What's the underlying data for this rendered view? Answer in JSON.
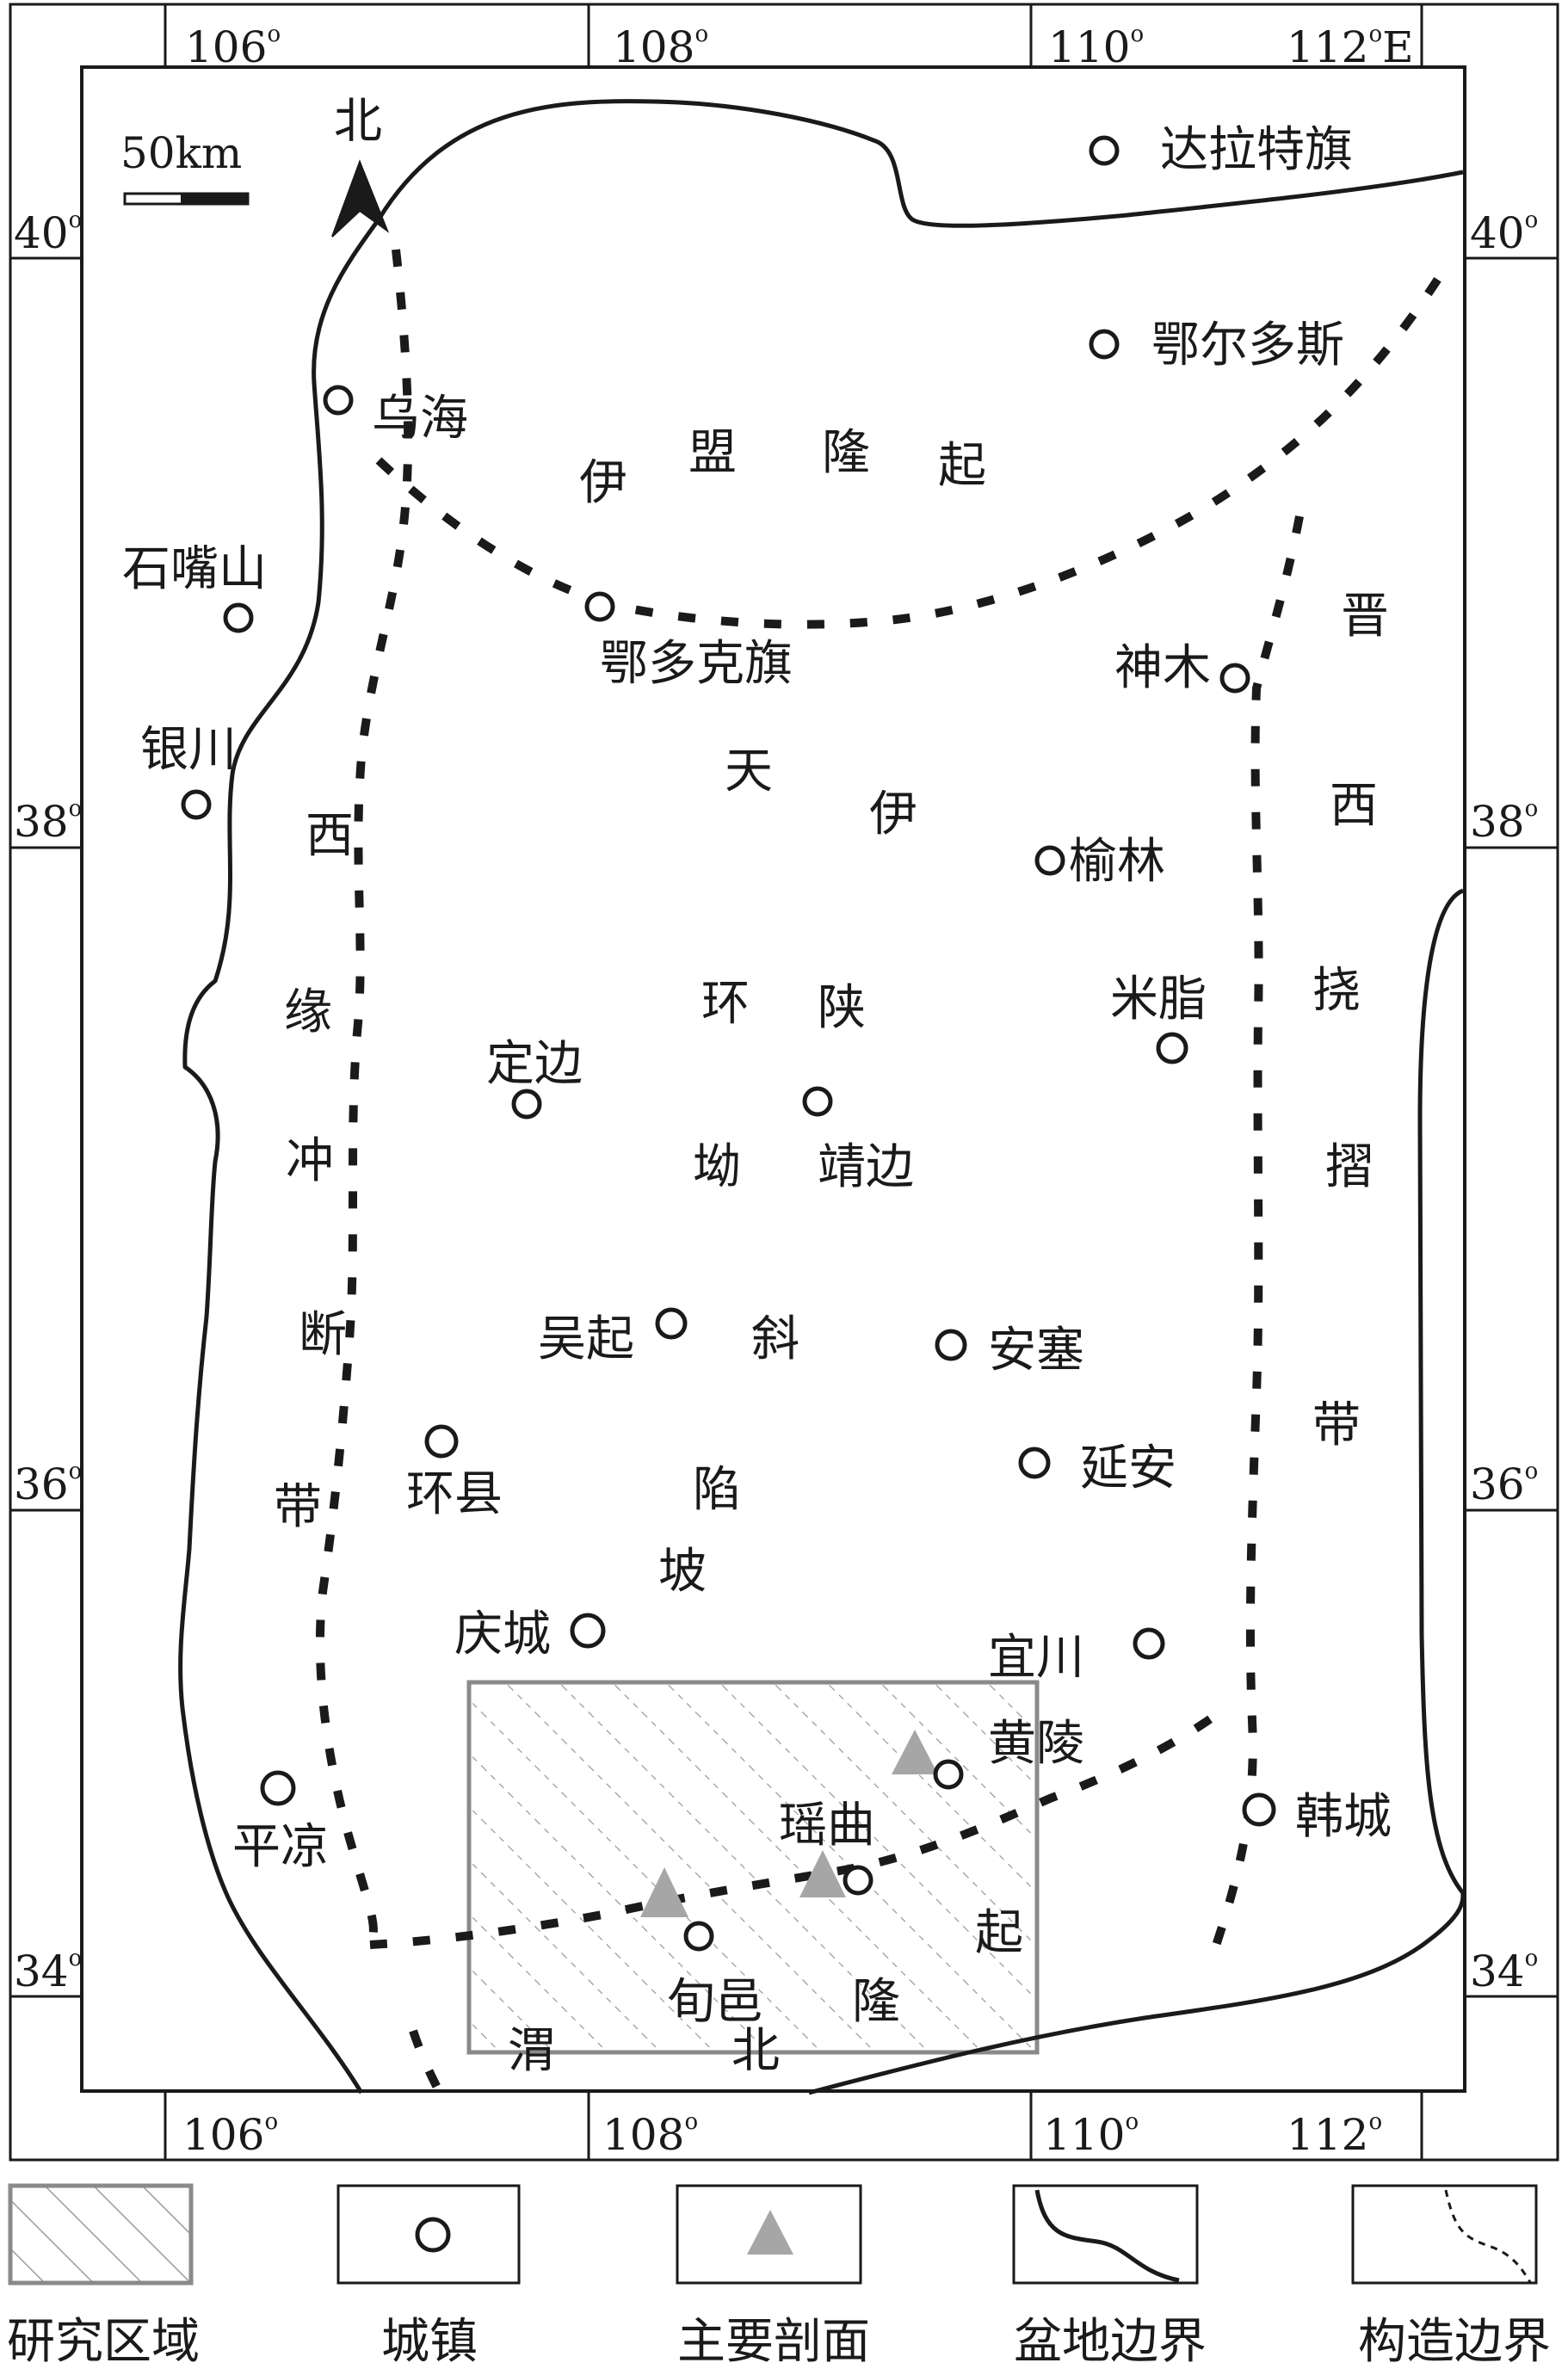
{
  "coordinates": {
    "longitudes": [
      "106",
      "108",
      "110",
      "112"
    ],
    "latitudes": [
      "40",
      "38",
      "36",
      "34"
    ],
    "degree_mark": "o",
    "east_suffix": "E"
  },
  "scale_bar": {
    "label": "50km"
  },
  "north_arrow": {
    "label": "北"
  },
  "cities": [
    {
      "id": "dalateqi",
      "name": "达拉特旗"
    },
    {
      "id": "eerduosi",
      "name": "鄂尔多斯"
    },
    {
      "id": "wuhai",
      "name": "乌海"
    },
    {
      "id": "shizuishan",
      "name": "石嘴山"
    },
    {
      "id": "eduokeqi",
      "name": "鄂多克旗"
    },
    {
      "id": "shenmu",
      "name": "神木"
    },
    {
      "id": "yinchuan",
      "name": "银川"
    },
    {
      "id": "yulin",
      "name": "榆林"
    },
    {
      "id": "mizhi",
      "name": "米脂"
    },
    {
      "id": "dingbian",
      "name": "定边"
    },
    {
      "id": "jingbian",
      "name": "靖边"
    },
    {
      "id": "wuqi",
      "name": "吴起"
    },
    {
      "id": "ansai",
      "name": "安塞"
    },
    {
      "id": "huanxian",
      "name": "环县"
    },
    {
      "id": "yanan",
      "name": "延安"
    },
    {
      "id": "qingcheng",
      "name": "庆城"
    },
    {
      "id": "yichuan",
      "name": "宜川"
    },
    {
      "id": "huangling",
      "name": "黄陵"
    },
    {
      "id": "pingliang",
      "name": "平凉"
    },
    {
      "id": "hancheng",
      "name": "韩城"
    },
    {
      "id": "yaoqu",
      "name": "瑶曲"
    },
    {
      "id": "xunyi",
      "name": "旬邑"
    }
  ],
  "regions": [
    {
      "id": "yimeng",
      "chars": [
        "伊",
        "盟",
        "隆",
        "起"
      ]
    },
    {
      "id": "jinxi",
      "chars": [
        "晋",
        "西",
        "挠",
        "摺",
        "带"
      ]
    },
    {
      "id": "xiyuan",
      "chars": [
        "西",
        "缘",
        "冲",
        "断",
        "带"
      ]
    },
    {
      "id": "tianhuan",
      "chars": [
        "天",
        "环",
        "坳",
        "陷"
      ]
    },
    {
      "id": "yishan",
      "chars": [
        "伊",
        "陕",
        "斜",
        "坡"
      ]
    },
    {
      "id": "weibei",
      "chars": [
        "渭",
        "北",
        "隆",
        "起"
      ]
    }
  ],
  "legend": [
    {
      "id": "study-area",
      "label": "研究区域"
    },
    {
      "id": "town",
      "label": "城镇"
    },
    {
      "id": "section",
      "label": "主要剖面"
    },
    {
      "id": "basin-boundary",
      "label": "盆地边界"
    },
    {
      "id": "tectonic-boundary",
      "label": "构造边界"
    }
  ],
  "colors": {
    "line": "#1a1a1a",
    "study_area": "#8a8a8a",
    "section_marker": "#a6a6a6"
  }
}
